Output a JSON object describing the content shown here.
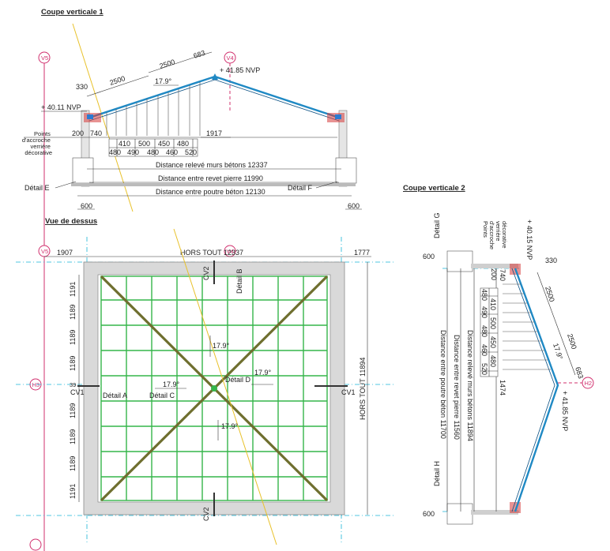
{
  "titles": {
    "section1": "Coupe verticale 1",
    "section2": "Coupe verticale 2",
    "plan": "Vue de dessus"
  },
  "grid_labels": {
    "v5": "V5",
    "v4": "V4",
    "h3": "H3",
    "h2": "H2"
  },
  "section1": {
    "level_top": "+ 41.85 NVP",
    "level_left": "+ 40.11 NVP",
    "dim_2500a": "2500",
    "dim_2500b": "2500",
    "dim_683": "683",
    "dim_330": "330",
    "angle": "17.9°",
    "dim_200": "200",
    "dim_740": "740",
    "dim_1917": "1917",
    "note_points": "Points\nd'accroche\nverrière\ndécorative",
    "spacing_top": [
      "410",
      "500",
      "450",
      "480"
    ],
    "spacing_bottom": [
      "480",
      "490",
      "480",
      "460",
      "520"
    ],
    "dist1": "Distance relevé murs bétons 12337",
    "dist2": "Distance entre revet pierre 11990",
    "dist3": "Distance entre poutre béton 12130",
    "detail_e": "Détail E",
    "detail_f": "Détail F",
    "dim_600_left": "600",
    "dim_600_right": "600"
  },
  "plan": {
    "dim_1907": "1907",
    "hors_tout_h": "HORS TOUT 12337",
    "dim_1777": "1777",
    "hors_tout_v": "HORS TOUT 11894",
    "left_dims": [
      "1191",
      "1189",
      "1189",
      "1189",
      "1189",
      "1189",
      "1189",
      "1191"
    ],
    "dim_39": "39",
    "cv2_top": "CV2",
    "cv2_bottom": "CV2",
    "cv1_left": "CV1",
    "cv1_right": "CV1",
    "detail_a": "Détail A",
    "detail_b": "Détail B",
    "detail_c": "Détail C",
    "detail_d": "Détail D",
    "angle_n": "17.9°",
    "angle_e": "17.9°",
    "angle_w": "17.9°",
    "angle_s": "17.9°"
  },
  "section2": {
    "detail_g": "Détail G",
    "detail_h": "Détail H",
    "dim_600_top": "600",
    "dim_600_bottom": "600",
    "note_points": "Points\nd'accroche\nverrière\ndécorative",
    "level_a": "+ 40.15 NVP",
    "level_b": "+ 41.85 NVP",
    "dim_330": "330",
    "dim_2500a": "2500",
    "dim_2500b": "2500",
    "angle": "17.9°",
    "dim_683": "683",
    "dim_200": "200",
    "dim_740": "740",
    "dim_1474": "1474",
    "spacing_top": [
      "410",
      "500",
      "450",
      "480"
    ],
    "spacing_bottom": [
      "480",
      "490",
      "480",
      "460",
      "520"
    ],
    "dist1": "Distance relevé murs bétons 11894",
    "dist2": "Distance entre revet pierre 11560",
    "dist3": "Distance entre poutre béton 11700"
  },
  "colors": {
    "grid": "#d1306e",
    "axis": "#1ab5d6",
    "glass": "#1f89c4",
    "frame": "#35b54a",
    "ridge": "#6f6f2f",
    "sun": "#e8c12a"
  }
}
